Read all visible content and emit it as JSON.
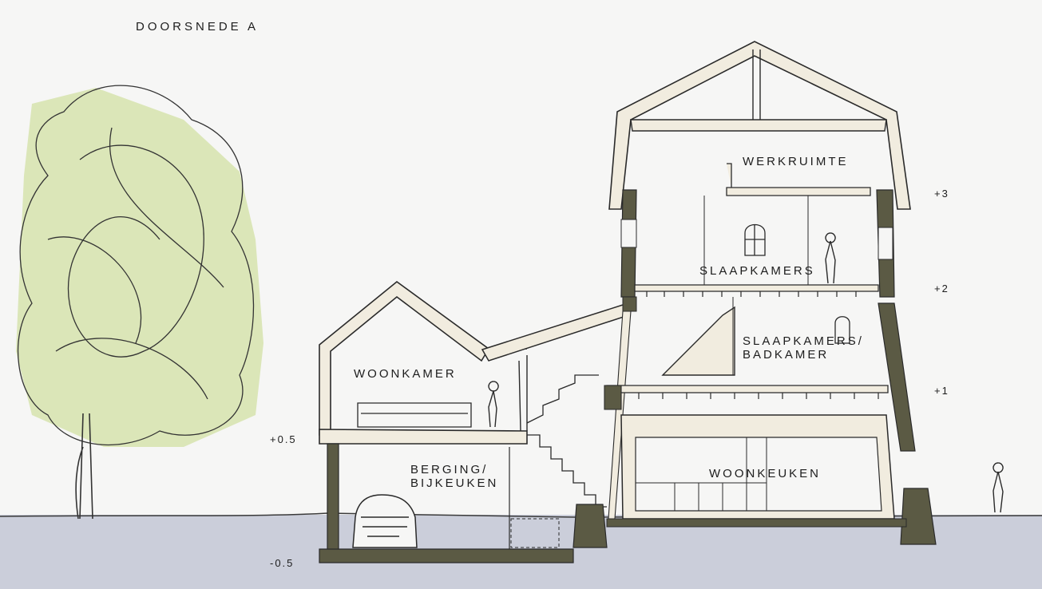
{
  "title": "DOORSNEDE A",
  "rooms": {
    "werkruimte": "WERKRUIMTE",
    "slaapkamers": "SLAAPKAMERS",
    "slaapkamers_badkamer_1": "SLAAPKAMERS/",
    "slaapkamers_badkamer_2": "BADKAMER",
    "woonkamer": "WOONKAMER",
    "berging_1": "BERGING/",
    "berging_2": "BIJKEUKEN",
    "woonkeuken": "WOONKEUKEN"
  },
  "levels": {
    "plus3": "+3",
    "plus2": "+2",
    "plus1": "+1",
    "plus05": "+0.5",
    "min05": "-0.5"
  },
  "colors": {
    "wall_fill": "#f1ecdf",
    "section_dark": "#5b5a44",
    "ground": "#b7bccd",
    "tree": "#d8e4b3",
    "ink": "#2a2a2a"
  }
}
